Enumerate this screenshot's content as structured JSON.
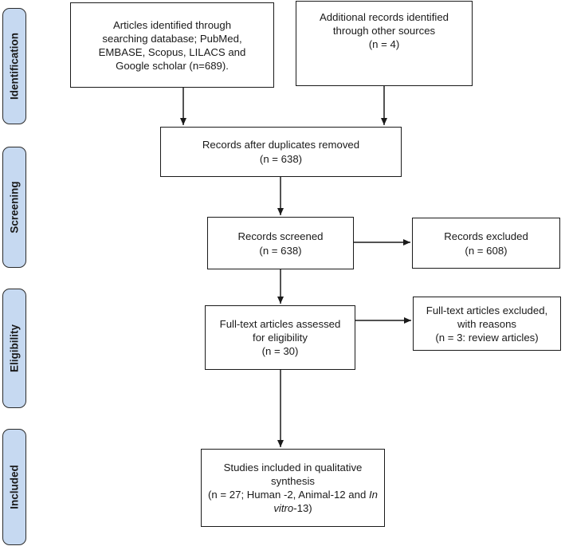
{
  "stages": {
    "identification": "Identification",
    "screening": "Screening",
    "eligibility": "Eligibility",
    "included": "Included"
  },
  "boxes": {
    "identified_db": {
      "line1": "Articles identified through",
      "line2": "searching database; PubMed,",
      "line3": "EMBASE, Scopus, LILACS and",
      "line4": "Google scholar (n=689)."
    },
    "identified_other": {
      "line1": "Additional records identified",
      "line2": "through other sources",
      "line3": "(n = 4)"
    },
    "after_duplicates": {
      "line1": "Records after duplicates removed",
      "line2": "(n = 638)"
    },
    "screened": {
      "line1": "Records screened",
      "line2": "(n = 638)"
    },
    "excluded": {
      "line1": "Records excluded",
      "line2": "(n = 608)"
    },
    "fulltext_assessed": {
      "line1": "Full-text articles assessed",
      "line2": "for eligibility",
      "line3": "(n = 30)"
    },
    "fulltext_excluded": {
      "line1": "Full-text articles excluded,",
      "line2": "with reasons",
      "line3": "(n = 3: review articles)"
    },
    "included_studies": {
      "line1": "Studies included in qualitative",
      "line2": "synthesis",
      "line3a": "(n = 27; Human -2, Animal-12 and ",
      "line3b": "In",
      "line4a": "vitro",
      "line4b": "-13)"
    }
  }
}
